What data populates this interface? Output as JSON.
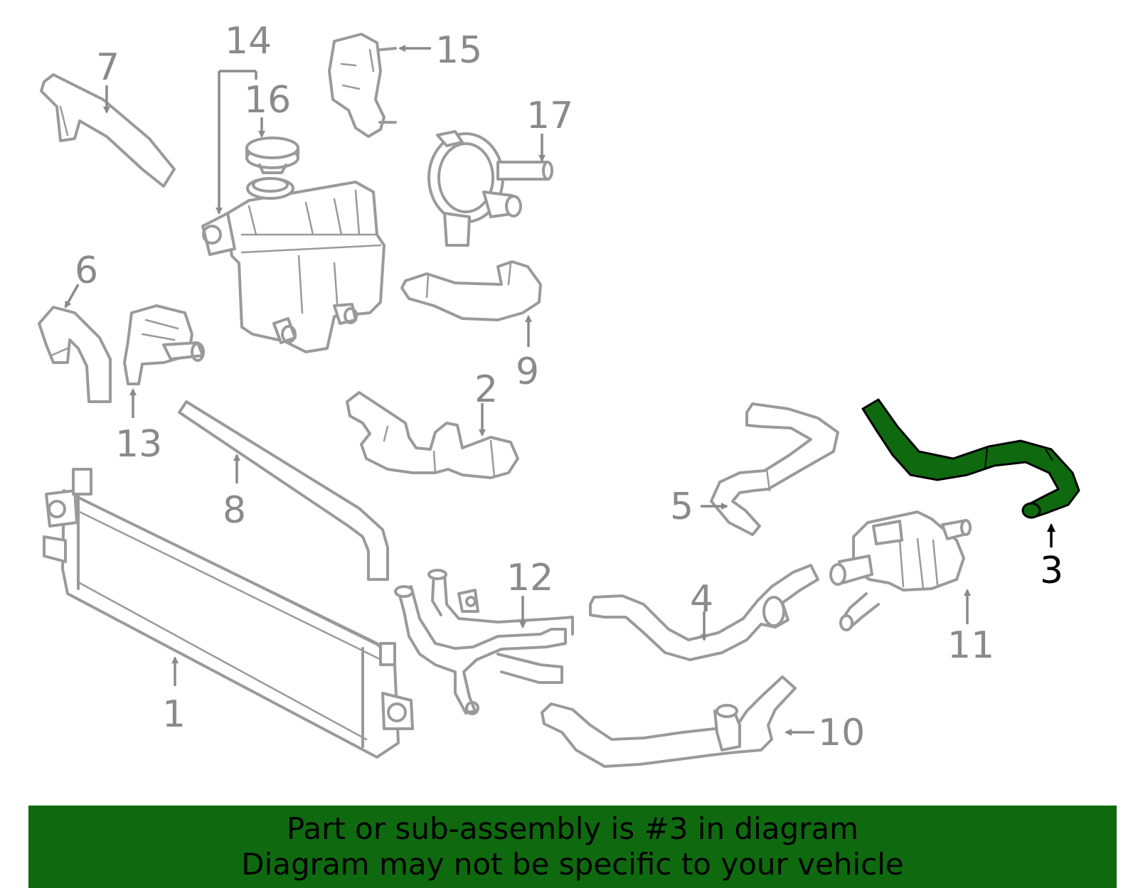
{
  "colors": {
    "highlight": "#0f6a0f",
    "line": "#9a9a9a",
    "callout": "#8a8a8a",
    "banner_bg": "#0f6a0f",
    "banner_text": "#000000"
  },
  "highlighted_part": "3",
  "callouts": {
    "c1": "1",
    "c2": "2",
    "c3": "3",
    "c4": "4",
    "c5": "5",
    "c6": "6",
    "c7": "7",
    "c8": "8",
    "c9": "9",
    "c10": "10",
    "c11": "11",
    "c12": "12",
    "c13": "13",
    "c14": "14",
    "c15": "15",
    "c16": "16",
    "c17": "17"
  },
  "banner": {
    "line1": "Part or sub-assembly is #3 in diagram",
    "line2": "Diagram may not be specific to your vehicle"
  }
}
